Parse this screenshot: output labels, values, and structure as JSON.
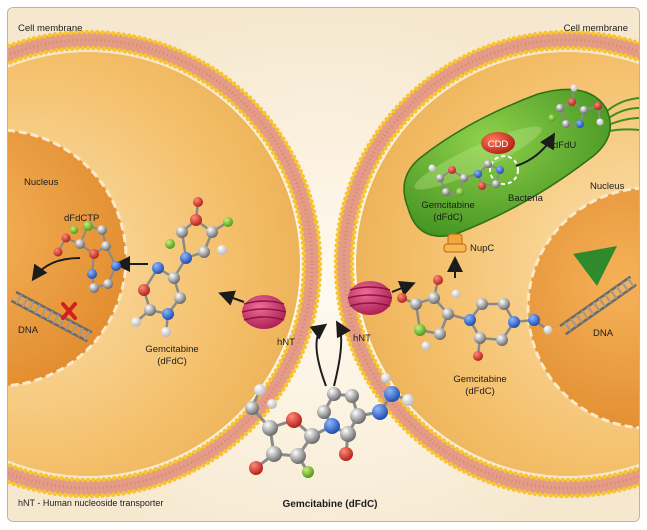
{
  "labels": {
    "cell_membrane_left": "Cell membrane",
    "cell_membrane_right": "Cell membrane",
    "nucleus_left": "Nucleus",
    "nucleus_right": "Nucleus",
    "dfdctp": "dFdCTP",
    "dna_left": "DNA",
    "dna_right": "DNA",
    "gemcitabine_left_name": "Gemcitabine",
    "gemcitabine_left_abbr": "(dFdC)",
    "gemcitabine_right_name": "Gemcitabine",
    "gemcitabine_right_abbr": "(dFdC)",
    "gemcitabine_bacteria_name": "Gemcitabine",
    "gemcitabine_bacteria_abbr": "(dFdC)",
    "hnt_left": "hNT",
    "hnt_right": "hNT",
    "cdd": "CDD",
    "dfdu": "dFdU",
    "bacteria": "Bacteria",
    "nupc": "NupC",
    "footnote": "hNT - Human nucleoside transporter",
    "center_title": "Gemcitabine (dFdC)"
  },
  "colors": {
    "background": "#fdf6ea",
    "cell_fill": "#f2b55a",
    "nucleus_fill": "#ea9a3a",
    "membrane": "#e8a38f",
    "membrane_beads": "#f7c52d",
    "transporter": "#d1336b",
    "bacteria": "#5bae2c",
    "cdd_enzyme": "#d8342c",
    "inhibition_mark": "#d3201f",
    "activation_arrow": "#2f8a2c"
  },
  "icons": [
    "gemcitabine-molecule",
    "dfdctp-molecule",
    "dfdu-molecule",
    "dna-helix",
    "hnt-transporter",
    "nupc-transporter",
    "cdd-enzyme",
    "bacterium",
    "flagella"
  ]
}
